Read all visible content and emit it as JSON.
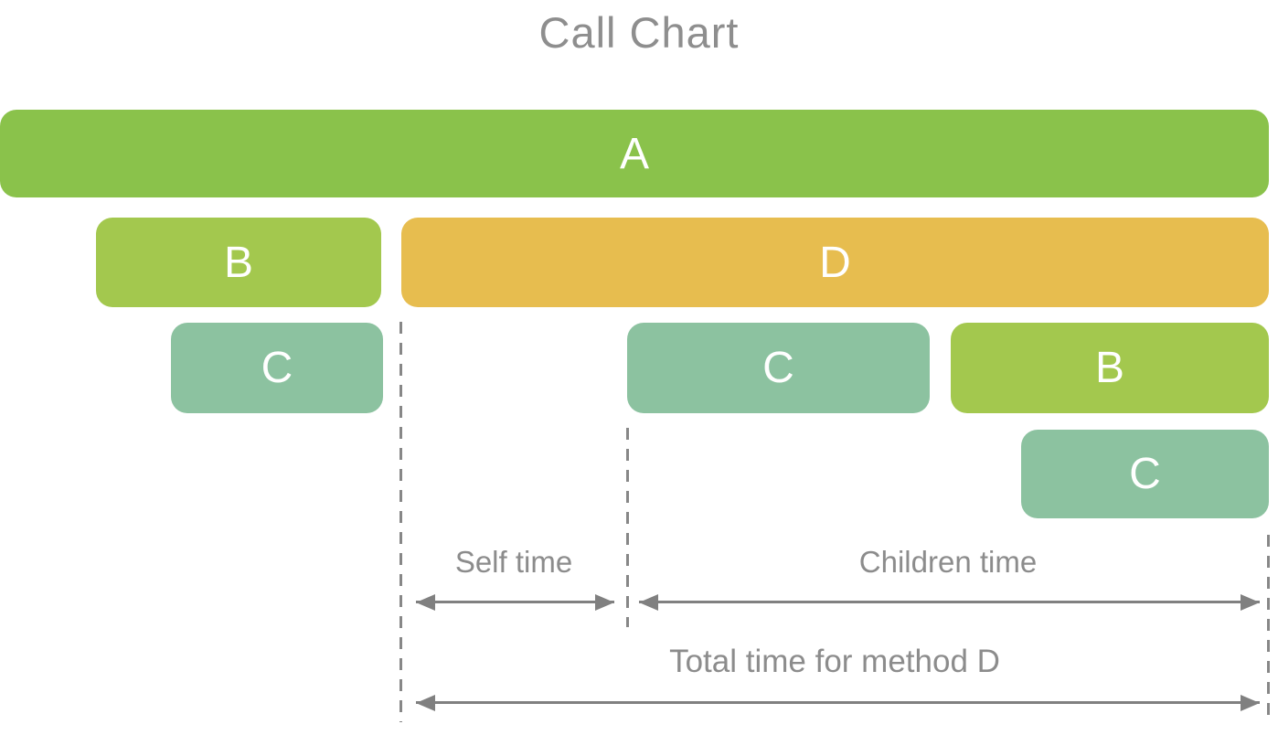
{
  "title": "Call Chart",
  "colors": {
    "method_a": "#8ac24b",
    "method_b": "#a3c84e",
    "method_c": "#8cc2a0",
    "method_d": "#e7bd4f",
    "annotation_gray": "#808080",
    "text_gray": "#8c8c8c",
    "bar_label_white": "#ffffff"
  },
  "bars": [
    {
      "id": "a",
      "label": "A",
      "row": 1,
      "color_key": "method_a"
    },
    {
      "id": "b1",
      "label": "B",
      "row": 2,
      "color_key": "method_b"
    },
    {
      "id": "d",
      "label": "D",
      "row": 2,
      "color_key": "method_d"
    },
    {
      "id": "c1",
      "label": "C",
      "row": 3,
      "color_key": "method_c"
    },
    {
      "id": "c2",
      "label": "C",
      "row": 3,
      "color_key": "method_c"
    },
    {
      "id": "b2",
      "label": "B",
      "row": 3,
      "color_key": "method_b"
    },
    {
      "id": "c3",
      "label": "C",
      "row": 4,
      "color_key": "method_c"
    }
  ],
  "annotations": {
    "self_time_label": "Self time",
    "children_time_label": "Children time",
    "total_time_label": "Total time for method D"
  }
}
